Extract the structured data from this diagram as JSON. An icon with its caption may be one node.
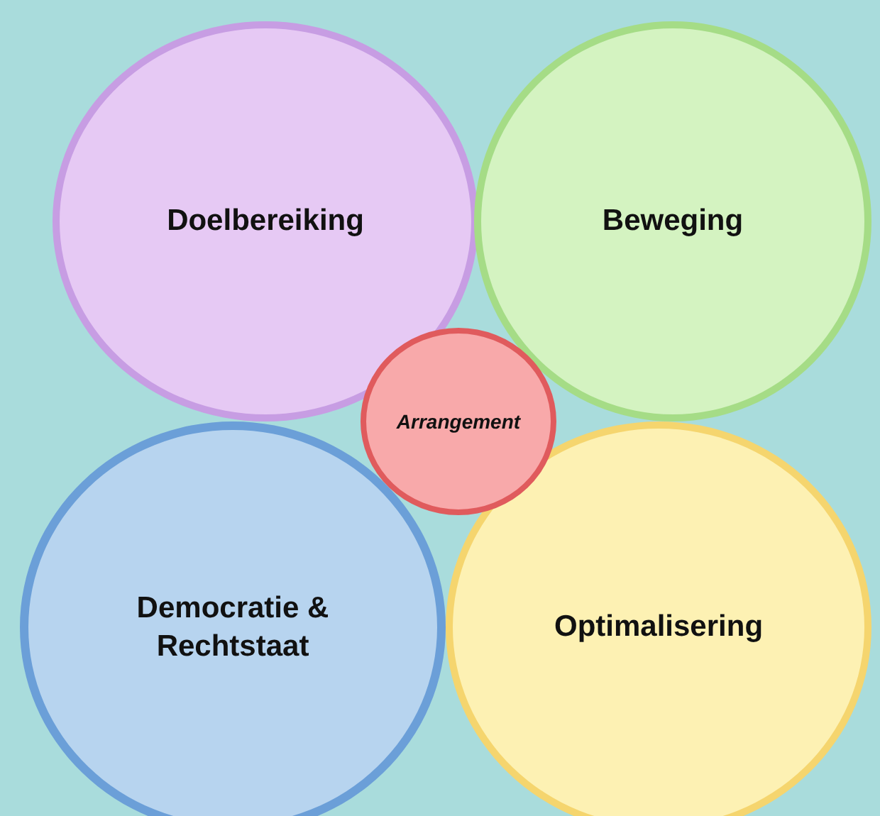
{
  "diagram": {
    "nodes": [
      {
        "text": [
          "Doelbereiking"
        ]
      },
      {
        "text": [
          "Beweging"
        ]
      },
      {
        "text": [
          "Arrangement"
        ]
      },
      {
        "text": [
          "Democratie & Rechtstaat"
        ]
      },
      {
        "text": [
          "Optimalisering"
        ]
      }
    ]
  }
}
